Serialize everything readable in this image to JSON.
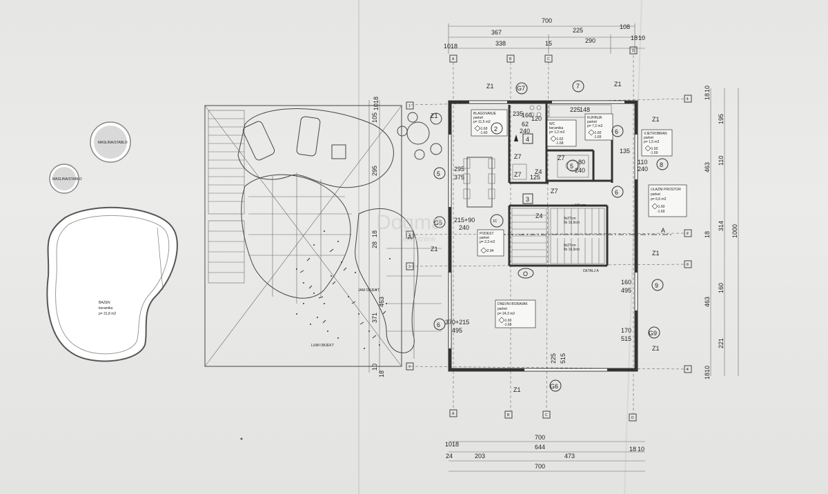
{
  "dims": {
    "top_total": "700",
    "top_row2": [
      "367",
      "225",
      "108"
    ],
    "top_row3": [
      "10",
      "18",
      "338",
      "15",
      "290",
      "18",
      "10"
    ],
    "bottom_row1": [
      "10",
      "18",
      "700",
      "18",
      "10"
    ],
    "bottom_row2": "644",
    "bottom_row3": [
      "24",
      "203",
      "473"
    ],
    "bottom_total": "700",
    "right_outer": "1000",
    "right_mid": [
      "18",
      "10",
      "463",
      "314",
      "463",
      "10",
      "18"
    ],
    "right_inner": [
      "195",
      "110",
      "18",
      "160",
      "221"
    ],
    "left_garden": [
      "10",
      "18",
      "105",
      "295",
      "18",
      "28",
      "463",
      "371",
      "10",
      "18"
    ],
    "room_dims": {
      "b_160": "160",
      "b_62": "62",
      "b_240": "240",
      "b_235": "235",
      "b_225": "225",
      "b_148": "148",
      "b_120": "120",
      "b_295": "295",
      "b_375": "375",
      "b_80": "80",
      "b_240b": "240",
      "b_125": "125",
      "b_135": "135",
      "b_110": "110",
      "b_240c": "240",
      "b_215_90": "215+90",
      "b_240d": "240",
      "b_370_215": "370+215",
      "b_495": "495",
      "b_160b": "160",
      "b_495b": "495",
      "b_170": "170",
      "b_515": "515",
      "b_225b": "225",
      "b_515b": "515"
    }
  },
  "axes": {
    "letters": [
      "A",
      "B",
      "C",
      "D"
    ],
    "numbers": [
      "1",
      "2",
      "3",
      "4"
    ]
  },
  "rooms": [
    {
      "id": "2",
      "name": "BLAGOVANJE",
      "floor": "parket",
      "area": "p= 11,5 m2",
      "lvl1": "-1.60",
      "lvl2": "-1.60"
    },
    {
      "id": "4",
      "name": "WC",
      "floor": "keramika",
      "area": "p= 1,2 m2",
      "lvl1": "-1.62",
      "lvl2": "-1.68"
    },
    {
      "id": "7",
      "name": "KUHINJA",
      "floor": "parket",
      "area": "p= 7,2 m2",
      "lvl1": "-1.60",
      "lvl2": "-1.69"
    },
    {
      "id": "8",
      "name": "VJETROBRAN",
      "floor": "parket",
      "area": "p= 1,5 m2",
      "lvl1": "-1.60",
      "lvl2": "-1.69"
    },
    {
      "id": "6",
      "name": "ULAZNI PROSTOR",
      "floor": "parket",
      "area": "p= 6,6 m2",
      "lvl1": "-1.60",
      "lvl2": "-1.69"
    },
    {
      "id": "1C",
      "name": "PODEST",
      "floor": "parket",
      "area": "p= 2,3 m2",
      "lvl1": "-2.94",
      "lvl2": ""
    },
    {
      "id": "9",
      "name": "DNEVNI BORAVAK",
      "floor": "parket",
      "area": "p= 24,3 m2",
      "lvl1": "-1.60",
      "lvl2": "-1.68"
    }
  ],
  "markers": {
    "G7": "G7",
    "G5": "G5",
    "G6": "G6",
    "G9": "G9",
    "Z1": "Z1",
    "Z4": "Z4",
    "Z7": "Z7",
    "c5": "5",
    "c6": "6",
    "c3": "3",
    "c4": "4",
    "c1c": "1C",
    "cA": "A",
    "cO": "O",
    "detalj": "DETALJ A"
  },
  "stairs": {
    "note": "+ 100 cm",
    "step1": "9x27cm",
    "step1b": "9x 16,9cm",
    "step2": "8x27cm",
    "step2b": "8x 16,9cm"
  },
  "site": {
    "pool_label": "BAZEN",
    "pool_sub": "keramika",
    "pool_area": "p= 31,8 m2",
    "tree1": "MASLINA/STABLO",
    "tree2": "MASLINA/STABLO",
    "dijk1": "JAM OBJEKT",
    "dijk2": "LUMI OBJEKT"
  },
  "watermark": {
    "brand": "Dogma",
    "sub": "nekretnine"
  },
  "colors": {
    "line": "#444444",
    "wall": "#333333",
    "paper": "#ebebe9"
  }
}
